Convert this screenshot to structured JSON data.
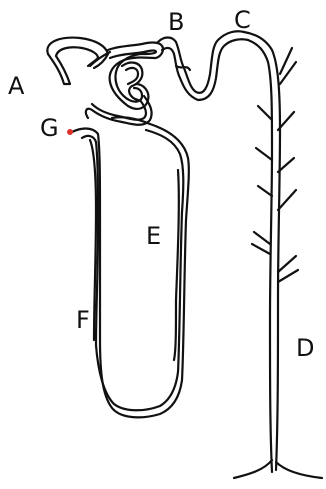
{
  "diagram": {
    "labels": {
      "A": "A",
      "B": "B",
      "C": "C",
      "D": "D",
      "E": "E",
      "F": "F",
      "G": "G"
    },
    "colors": {
      "line": "#111111",
      "marker": "#e0302a",
      "background": "#ffffff"
    }
  }
}
